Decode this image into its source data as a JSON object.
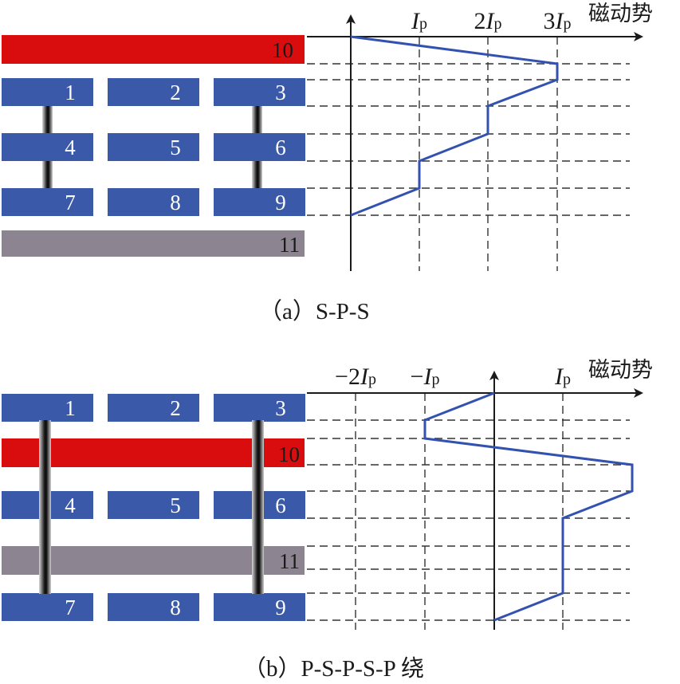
{
  "colors": {
    "winding_blue": "#3a59a8",
    "winding_red": "#d90d0d",
    "winding_gray": "#8c8490",
    "curve_blue": "#3352b0"
  },
  "axis_title": "磁动势",
  "panel_a": {
    "caption": "（a）S-P-S",
    "windings": [
      {
        "label": "10",
        "color": "red"
      },
      {
        "label": "1",
        "color": "blue"
      },
      {
        "label": "2",
        "color": "blue"
      },
      {
        "label": "3",
        "color": "blue"
      },
      {
        "label": "4",
        "color": "blue"
      },
      {
        "label": "5",
        "color": "blue"
      },
      {
        "label": "6",
        "color": "blue"
      },
      {
        "label": "7",
        "color": "blue"
      },
      {
        "label": "8",
        "color": "blue"
      },
      {
        "label": "9",
        "color": "blue"
      },
      {
        "label": "11",
        "color": "gray"
      }
    ],
    "ticks": [
      {
        "coef": "",
        "unit": "I",
        "sub": "p",
        "value": 1
      },
      {
        "coef": "2",
        "unit": "I",
        "sub": "p",
        "value": 2
      },
      {
        "coef": "3",
        "unit": "I",
        "sub": "p",
        "value": 3
      }
    ],
    "mmf_profile": [
      0,
      3,
      3,
      2,
      2,
      1,
      1,
      0
    ]
  },
  "panel_b": {
    "caption": "（b）P-S-P-S-P 绕",
    "windings": [
      {
        "label": "1",
        "color": "blue"
      },
      {
        "label": "2",
        "color": "blue"
      },
      {
        "label": "3",
        "color": "blue"
      },
      {
        "label": "10",
        "color": "red"
      },
      {
        "label": "4",
        "color": "blue"
      },
      {
        "label": "5",
        "color": "blue"
      },
      {
        "label": "6",
        "color": "blue"
      },
      {
        "label": "11",
        "color": "gray"
      },
      {
        "label": "7",
        "color": "blue"
      },
      {
        "label": "8",
        "color": "blue"
      },
      {
        "label": "9",
        "color": "blue"
      }
    ],
    "ticks": [
      {
        "coef": "−2",
        "unit": "I",
        "sub": "p",
        "value": -2
      },
      {
        "coef": "−",
        "unit": "I",
        "sub": "p",
        "value": -1
      },
      {
        "coef": "",
        "unit": "I",
        "sub": "p",
        "value": 1
      }
    ],
    "mmf_profile": [
      0,
      -1,
      -1,
      2,
      2,
      1,
      1,
      1,
      1,
      0
    ]
  }
}
